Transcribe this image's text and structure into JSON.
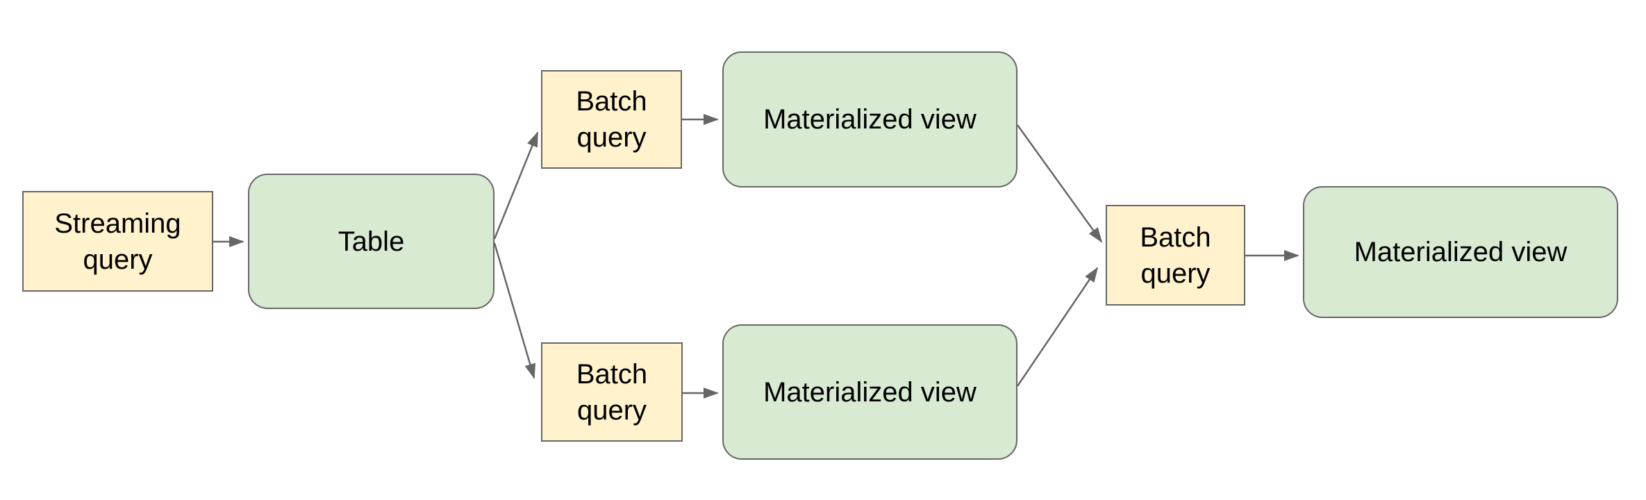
{
  "colors": {
    "canvas_background": "#ffffff",
    "query_node_fill": "#fff2cc",
    "table_view_node_fill": "#d9ead3",
    "node_border": "#666666",
    "arrow": "#666666",
    "label_text": "#000000"
  },
  "nodes": {
    "streaming_query": {
      "label": "Streaming query",
      "shape": "rectangle",
      "fill": "#fff2cc"
    },
    "table": {
      "label": "Table",
      "shape": "rounded-rectangle",
      "fill": "#d9ead3"
    },
    "batch_query_top": {
      "label": "Batch query",
      "shape": "rectangle",
      "fill": "#fff2cc"
    },
    "materialized_view_top": {
      "label": "Materialized view",
      "shape": "rounded-rectangle",
      "fill": "#d9ead3"
    },
    "batch_query_bottom": {
      "label": "Batch query",
      "shape": "rectangle",
      "fill": "#fff2cc"
    },
    "materialized_view_bottom": {
      "label": "Materialized view",
      "shape": "rounded-rectangle",
      "fill": "#d9ead3"
    },
    "batch_query_right": {
      "label": "Batch query",
      "shape": "rectangle",
      "fill": "#fff2cc"
    },
    "materialized_view_right": {
      "label": "Materialized view",
      "shape": "rounded-rectangle",
      "fill": "#d9ead3"
    }
  },
  "edges": [
    {
      "from": "streaming_query",
      "to": "table"
    },
    {
      "from": "table",
      "to": "batch_query_top"
    },
    {
      "from": "table",
      "to": "batch_query_bottom"
    },
    {
      "from": "batch_query_top",
      "to": "materialized_view_top"
    },
    {
      "from": "batch_query_bottom",
      "to": "materialized_view_bottom"
    },
    {
      "from": "materialized_view_top",
      "to": "batch_query_right"
    },
    {
      "from": "materialized_view_bottom",
      "to": "batch_query_right"
    },
    {
      "from": "batch_query_right",
      "to": "materialized_view_right"
    }
  ]
}
